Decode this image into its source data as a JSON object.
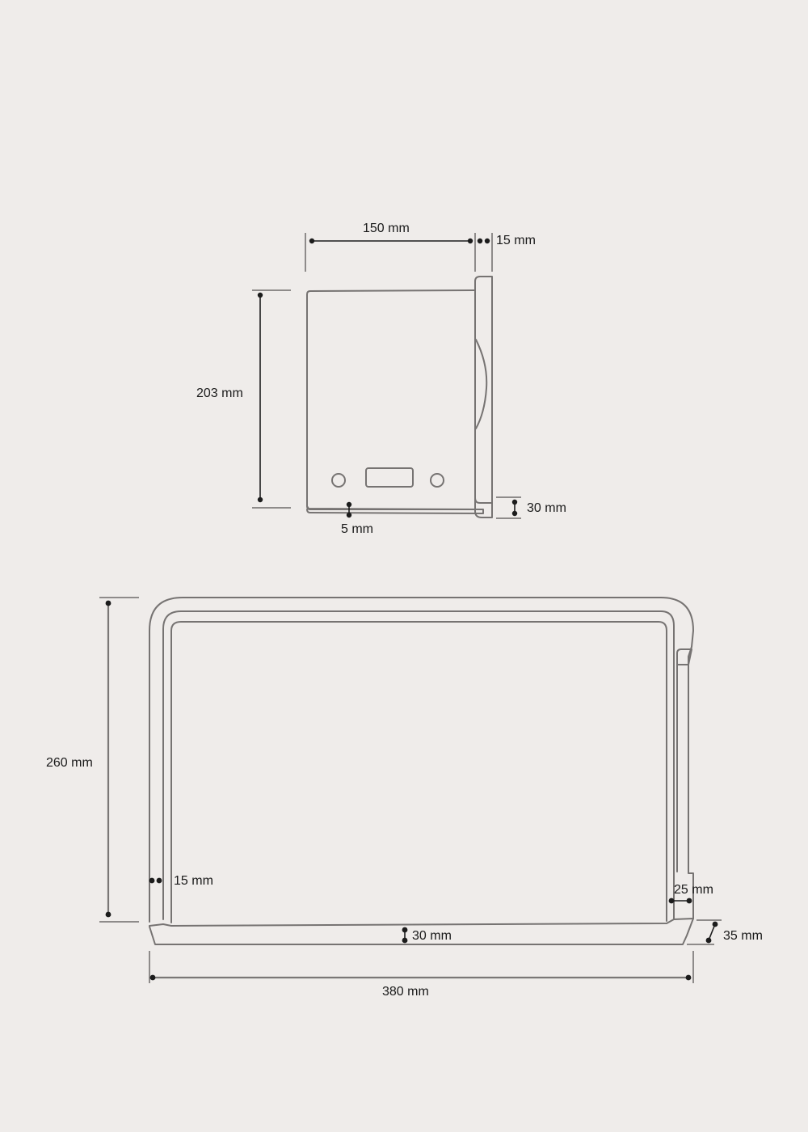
{
  "diagram": {
    "type": "product-dimension-drawing",
    "colors": {
      "background": "#efecea",
      "outline": "#767372",
      "dimension_line": "#1c1c1c"
    },
    "side_view": {
      "width_label": "150 mm",
      "rail_thickness_label": "15 mm",
      "height_label": "203 mm",
      "base_thickness_label": "5 mm",
      "foot_height_label": "30 mm"
    },
    "front_view": {
      "height_label": "260 mm",
      "frame_thickness_label": "15 mm",
      "base_thickness_label": "30 mm",
      "right_post_label": "25 mm",
      "foot_label": "35 mm",
      "width_label": "380 mm"
    }
  }
}
